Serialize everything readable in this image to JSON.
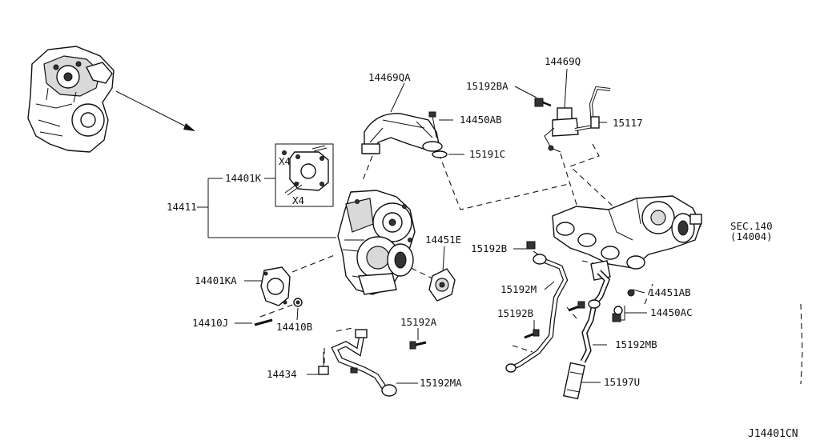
{
  "diagram": {
    "reference_code": "J14401CN",
    "section_ref": {
      "line1": "SEC.140",
      "line2": "(14004)"
    },
    "inset_note_top": "X4",
    "inset_note_bottom": "X4",
    "labels": {
      "p14469QA": "14469QA",
      "p14469Q": "14469Q",
      "p15192BA": "15192BA",
      "p14450AB": "14450AB",
      "p15117": "15117",
      "p15191C": "15191C",
      "p14401K": "14401K",
      "p14411": "14411",
      "p14451E": "14451E",
      "p15192B_top": "15192B",
      "p14401KA": "14401KA",
      "p15192M": "15192M",
      "p14451AB": "14451AB",
      "p15192B_mid": "15192B",
      "p14450AC": "14450AC",
      "p14410J": "14410J",
      "p14410B": "14410B",
      "p15192A": "15192A",
      "p15192MB": "15192MB",
      "p14434": "14434",
      "p15192MA": "15192MA",
      "p15197U": "15197U"
    }
  }
}
